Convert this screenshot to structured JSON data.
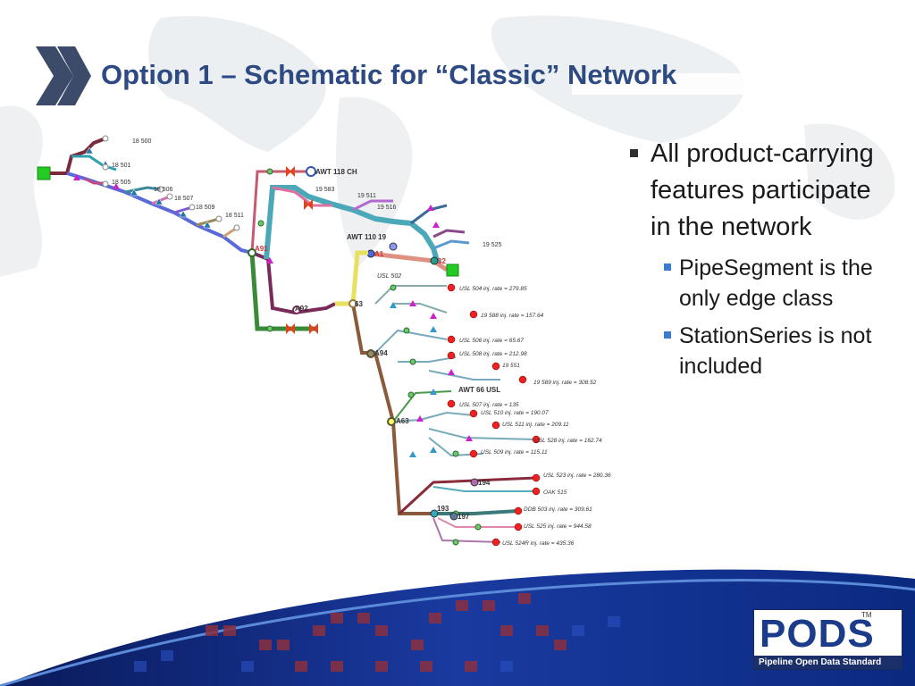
{
  "slide": {
    "title": "Option 1 – Schematic for “Classic” Network",
    "bullets": [
      {
        "text": "All product-carrying features participate in the network"
      }
    ],
    "sub_bullets": [
      {
        "text": "PipeSegment is the only edge class"
      },
      {
        "text": "StationSeries is not included"
      }
    ]
  },
  "logo": {
    "word": "PODS",
    "tm": "TM",
    "tagline": "Pipeline Open Data Standard"
  },
  "diagram": {
    "labels_top": [
      "18 500",
      "18 501",
      "18 505",
      "18 506",
      "18 507",
      "18 509",
      "18 511"
    ],
    "labels_mid": [
      "AWT 118 CH",
      "19 583",
      "19 511",
      "19 516",
      "19 525",
      "AWT 110 19",
      "A1",
      "32"
    ],
    "nodes": [
      "A91",
      "A92",
      "63",
      "A94",
      "A63",
      "194",
      "193",
      "197",
      "USL 502"
    ],
    "right_labels": [
      "USL 504 inj. rate = 279.85",
      "19 588 inj. rate = 157.64",
      "USL 506 inj. rate = 65.67",
      "USL 508 inj. rate = 212.98",
      "19 551",
      "19 589 inj. rate = 308.52",
      "AWT 66 USL",
      "USL 507 inj. rate = 135",
      "USL 510 inj. rate = 190.07",
      "USL 511 inj. rate = 209.11",
      "USL 528 inj. rate = 162.74",
      "USL 509 inj. rate = 115.11",
      "USL 523 inj. rate = 280.36",
      "OAK 515",
      "DDB 503 inj. rate = 309.61",
      "USL 525 inj. rate = 944.58",
      "USL 524R inj. rate = 435.36"
    ]
  }
}
